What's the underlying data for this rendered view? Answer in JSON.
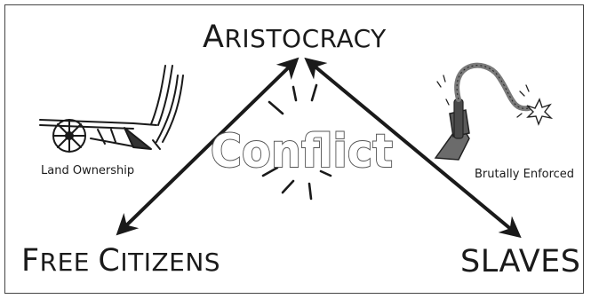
{
  "nodes": {
    "top": {
      "first": "A",
      "rest": "RISTOCRACY"
    },
    "left": {
      "first_a": "F",
      "rest_a": "REE ",
      "first_b": "C",
      "rest_b": "ITIZENS"
    },
    "right": "SLAVES"
  },
  "center_word": "Conflict",
  "captions": {
    "plough": "Land Ownership",
    "whip": "Brutally Enforced"
  },
  "colors": {
    "line": "#1a1a1a",
    "outline_text_fill": "#ffffff",
    "whip_arm": "#6b6b6b",
    "whip_rope": "#7a7a7a"
  },
  "icons": [
    "plough-icon",
    "whip-icon",
    "burst-lines"
  ]
}
